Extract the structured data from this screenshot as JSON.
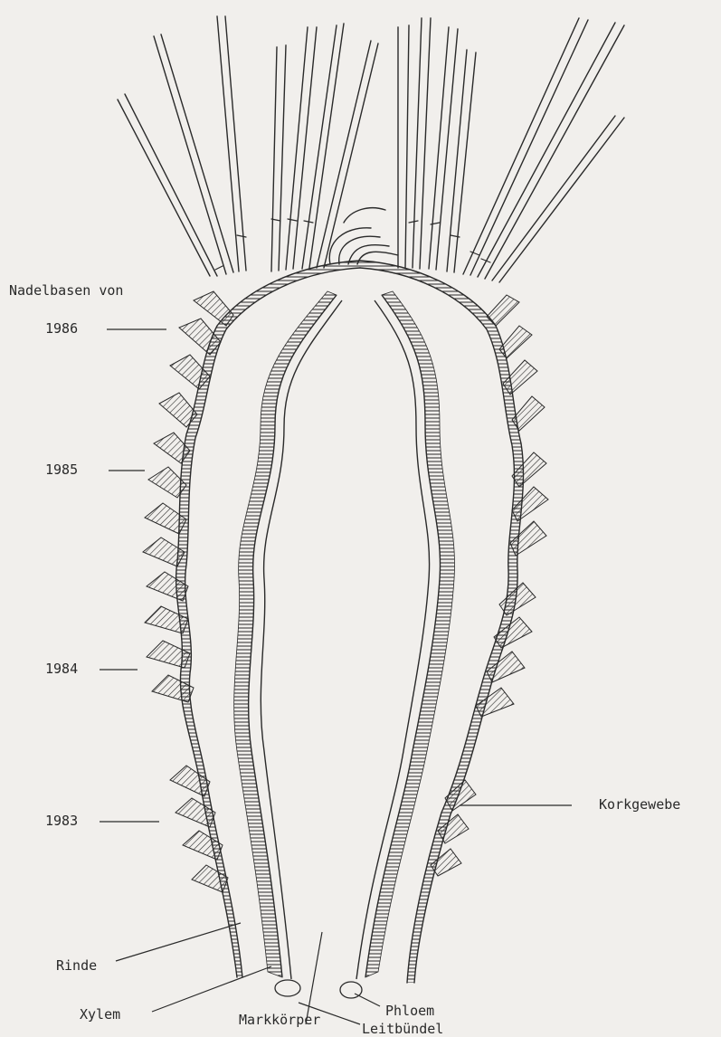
{
  "labels": {
    "needle_bases": "Nadelbasen von",
    "year_1986": "1986",
    "year_1985": "1985",
    "year_1984": "1984",
    "year_1983": "1983",
    "cork": "Korkgewebe",
    "cortex": "Rinde",
    "xylem": "Xylem",
    "phloem": "Phloem",
    "vascular_bundle": "Leitbündel",
    "pith": "Markkörper"
  },
  "colors": {
    "ink": "#2a2a2a",
    "paper": "#f1efec"
  }
}
